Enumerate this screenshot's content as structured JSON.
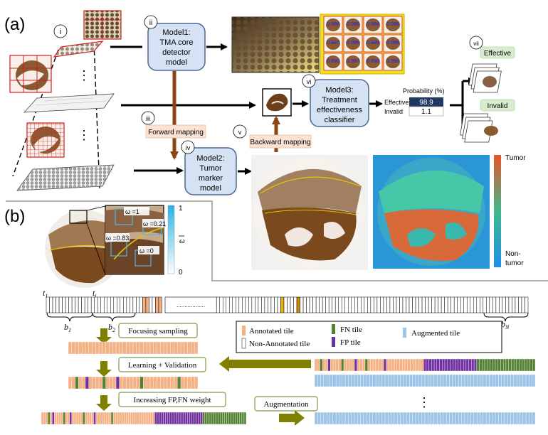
{
  "panel_a": {
    "label": "(a)",
    "roman": [
      "i",
      "ii",
      "iii",
      "iv",
      "v",
      "vi",
      "vii"
    ],
    "model1": [
      "Model1:",
      "TMA core",
      "detector",
      "model"
    ],
    "model2": [
      "Model2:",
      "Tumor",
      "marker",
      "model"
    ],
    "model3": [
      "Model3:",
      "Treatment",
      "effectiveness",
      "classifier"
    ],
    "forward_mapping": "Forward mapping",
    "backward_mapping": "Backward mapping",
    "probability_title": "Probability (%)",
    "class_effective": "Effective",
    "class_invalid": "Invalid",
    "prob_effective": "98.9",
    "prob_invalid": "1.1",
    "out_effective": "Effective",
    "out_invalid": "Invalid",
    "dots": "⋮",
    "core_scores": [
      "0.996",
      "0.999",
      "0.998",
      "0.999",
      "0.997",
      "0.999",
      "0.998",
      "0.998",
      "0.996",
      "0.997",
      "0.998",
      "0.999"
    ],
    "heat_top": "Tumor",
    "heat_bottom_1": "Non-",
    "heat_bottom_2": "tumor"
  },
  "panel_b": {
    "label": "(b)",
    "omega_1": "ω =1",
    "omega_021": "ω =0.21",
    "omega_083": "ω =0.83",
    "omega_0": "ω =0",
    "colorbar_top": "1",
    "colorbar_bottom": "0",
    "colorbar_label": "ω",
    "t1": "t",
    "t1_sub": "1",
    "ti": "t",
    "ti_sub": "i",
    "b1": "b",
    "b1_sub": "1",
    "b2": "b",
    "b2_sub": "2",
    "bN": "b",
    "bN_sub": "N",
    "dots_row": "..................",
    "legend": {
      "annotated": "Annotated tile",
      "non_annotated": "Non-Annotated tile",
      "fn": "FN  tile",
      "fp": "FP  tile",
      "augmented": "Augmented tile"
    },
    "steps": {
      "focusing": "Focusing sampling",
      "learning": "Learning + Validation",
      "increasing": "Increasing  FP,FN weight",
      "augmentation": "Augmentation"
    },
    "vdots": "⋮"
  },
  "colors": {
    "model_box": "#d5e2f3",
    "model_border": "#4a6890",
    "mapping_box": "#fbe3d4",
    "brown_arrow": "#8b4513",
    "olive": "#808000",
    "green_box": "#d8ecd0",
    "annotated": "#f4b183",
    "fn": "#548235",
    "fp": "#7030a0",
    "augmented": "#9dc3e6",
    "prob_dark": "#1f3864",
    "tissue": "#7a4a1e"
  }
}
